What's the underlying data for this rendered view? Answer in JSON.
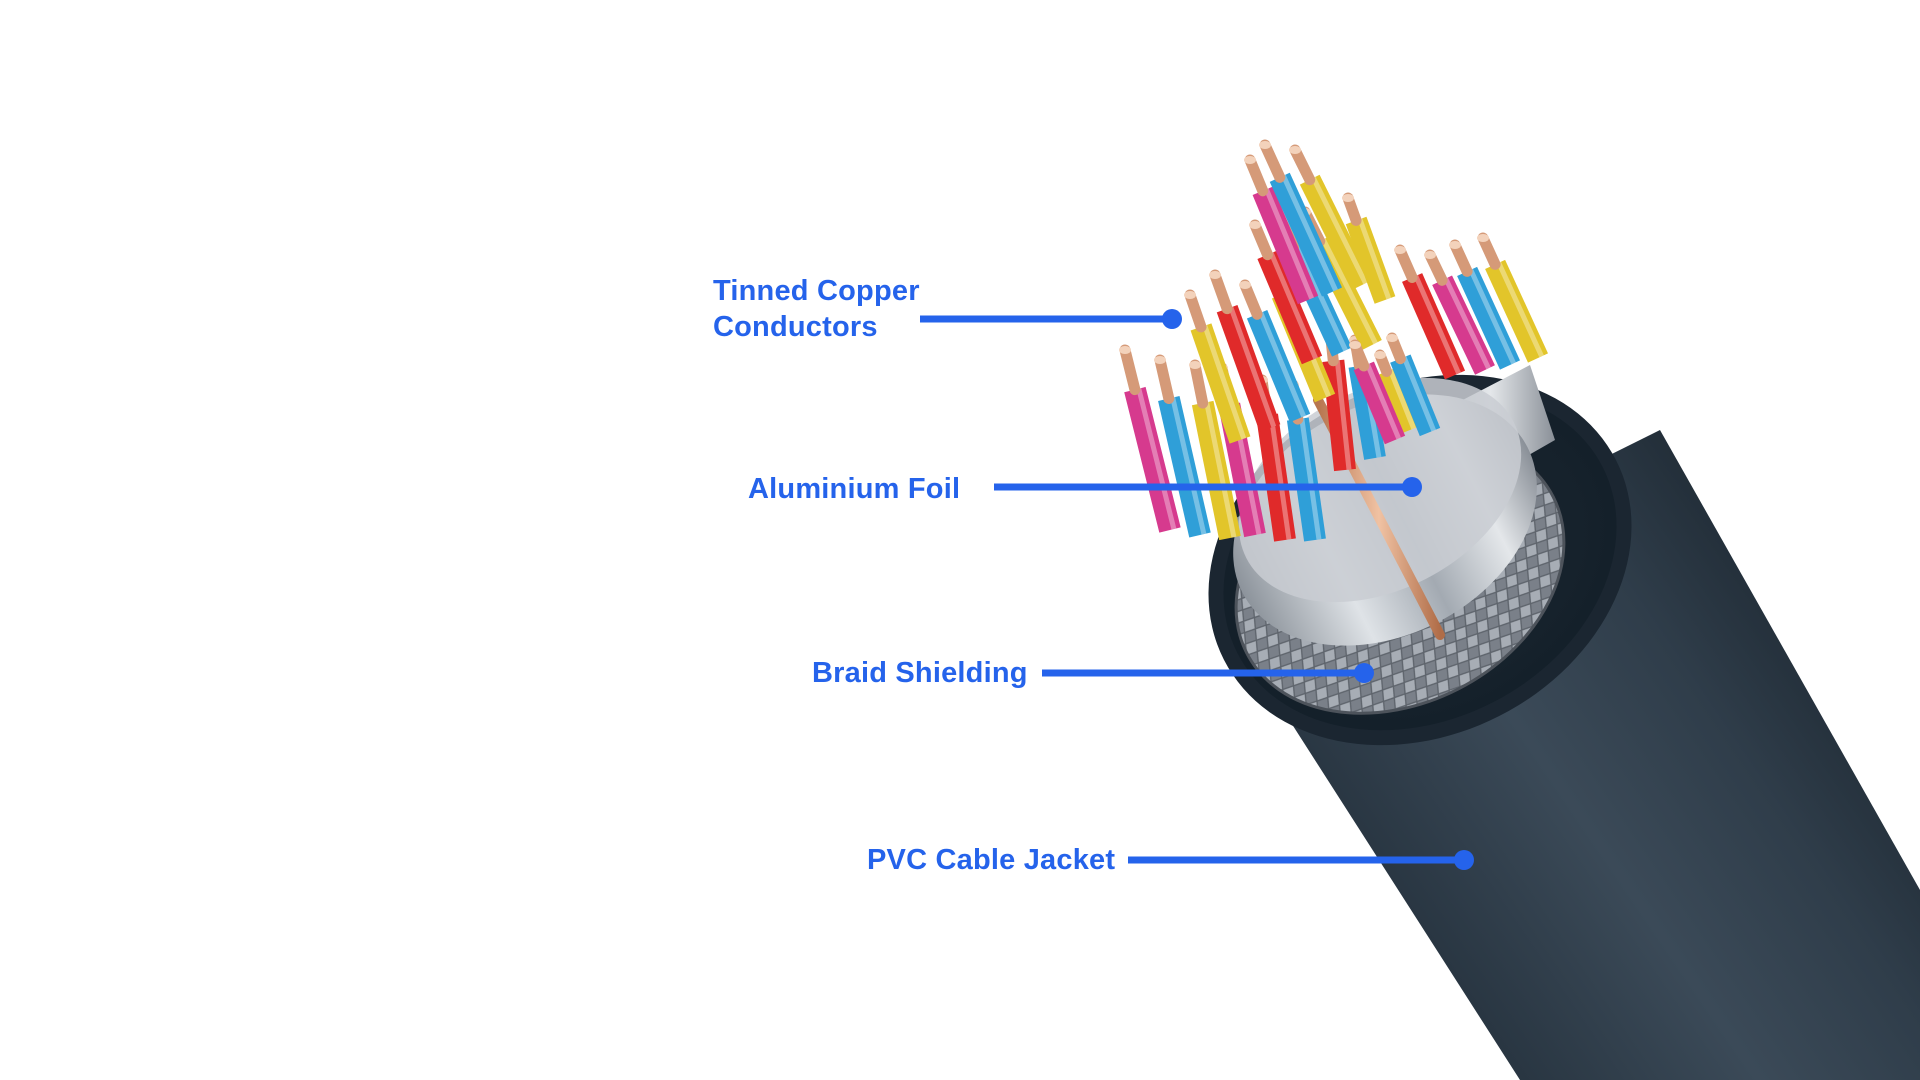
{
  "diagram": {
    "callouts": [
      {
        "id": "conductors",
        "lines": [
          "Tinned Copper",
          "Conductors"
        ]
      },
      {
        "id": "foil",
        "lines": [
          "Aluminium Foil"
        ]
      },
      {
        "id": "braid",
        "lines": [
          "Braid Shielding"
        ]
      },
      {
        "id": "jacket",
        "lines": [
          "PVC Cable Jacket"
        ]
      }
    ]
  },
  "colors": {
    "accent": "#2563eb",
    "jacket": "#2f3e4d",
    "braid": "#8e949c",
    "foil": "#c3c8ce",
    "copper": "#d59a78",
    "wire_colors": [
      "#e2c52a",
      "#d63a8e",
      "#2f9fd8",
      "#e02a2a"
    ]
  },
  "icons": [
    "cable-cross-section-illustration"
  ]
}
